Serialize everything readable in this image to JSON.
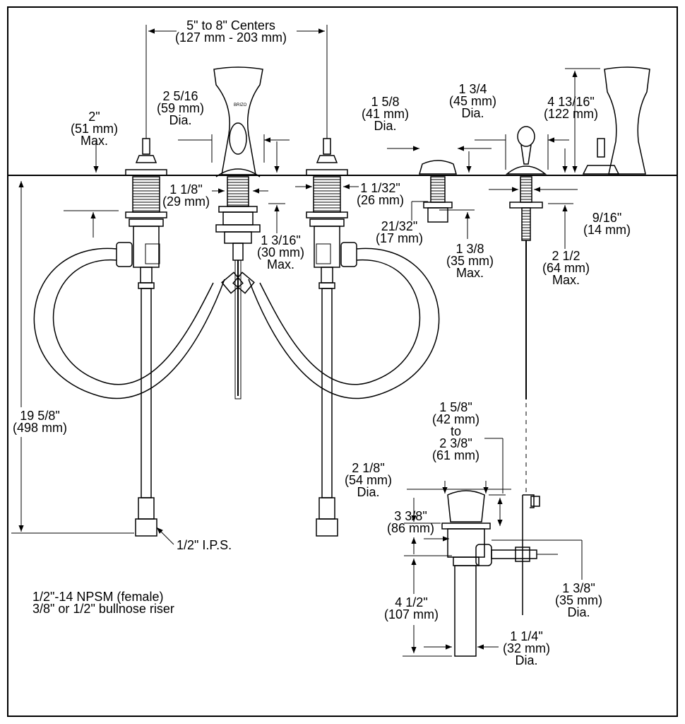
{
  "dims": {
    "centers": [
      "5\" to 8\" Centers",
      "(127 mm - 203 mm)"
    ],
    "spout_base_dia": [
      "2 5/16",
      "(59 mm)",
      "Dia."
    ],
    "valve_max": [
      "2\"",
      "(51 mm)",
      "Max."
    ],
    "spout_shank": [
      "1 1/8\"",
      "(29 mm)"
    ],
    "valve_shank": [
      "1 1/32\"",
      "(26 mm)"
    ],
    "spout_thread": [
      "1 3/16\"",
      "(30 mm)",
      "Max."
    ],
    "escutch_dia": [
      "1 5/8",
      "(41 mm)",
      "Dia."
    ],
    "lift_dia": [
      "1 3/4",
      "(45 mm)",
      "Dia."
    ],
    "handle_h": [
      "4 13/16\"",
      "(122 mm)"
    ],
    "escutch_shank": [
      "21/32\"",
      "(17 mm)"
    ],
    "escutch_max": [
      "1 3/8",
      "(35 mm)",
      "Max."
    ],
    "lift_shank": [
      "9/16\"",
      "(14 mm)"
    ],
    "lift_max": [
      "2 1/2",
      "(64 mm)",
      "Max."
    ],
    "riser_len": [
      "19 5/8\"",
      "(498 mm)"
    ],
    "ips": [
      "1/2\" I.P.S."
    ],
    "npsm": [
      "1/2\"-14 NPSM (female)",
      "3/8\" or 1/2\" bullnose riser"
    ],
    "drain_range": [
      "1 5/8\"",
      "(42 mm)",
      "to",
      "2 3/8\"",
      "(61 mm)"
    ],
    "drain_flange": [
      "2 1/8\"",
      "(54 mm)",
      "Dia."
    ],
    "drain_body": [
      "3 3/8\"",
      "(86 mm)"
    ],
    "drain_tail": [
      "4 1/2\"",
      "(107 mm)"
    ],
    "drain_pivot": [
      "1 3/8\"",
      "(35 mm)",
      "Dia."
    ],
    "tailpiece": [
      "1 1/4\"",
      "(32 mm)",
      "Dia."
    ]
  },
  "spout_marking": "BRIZO"
}
